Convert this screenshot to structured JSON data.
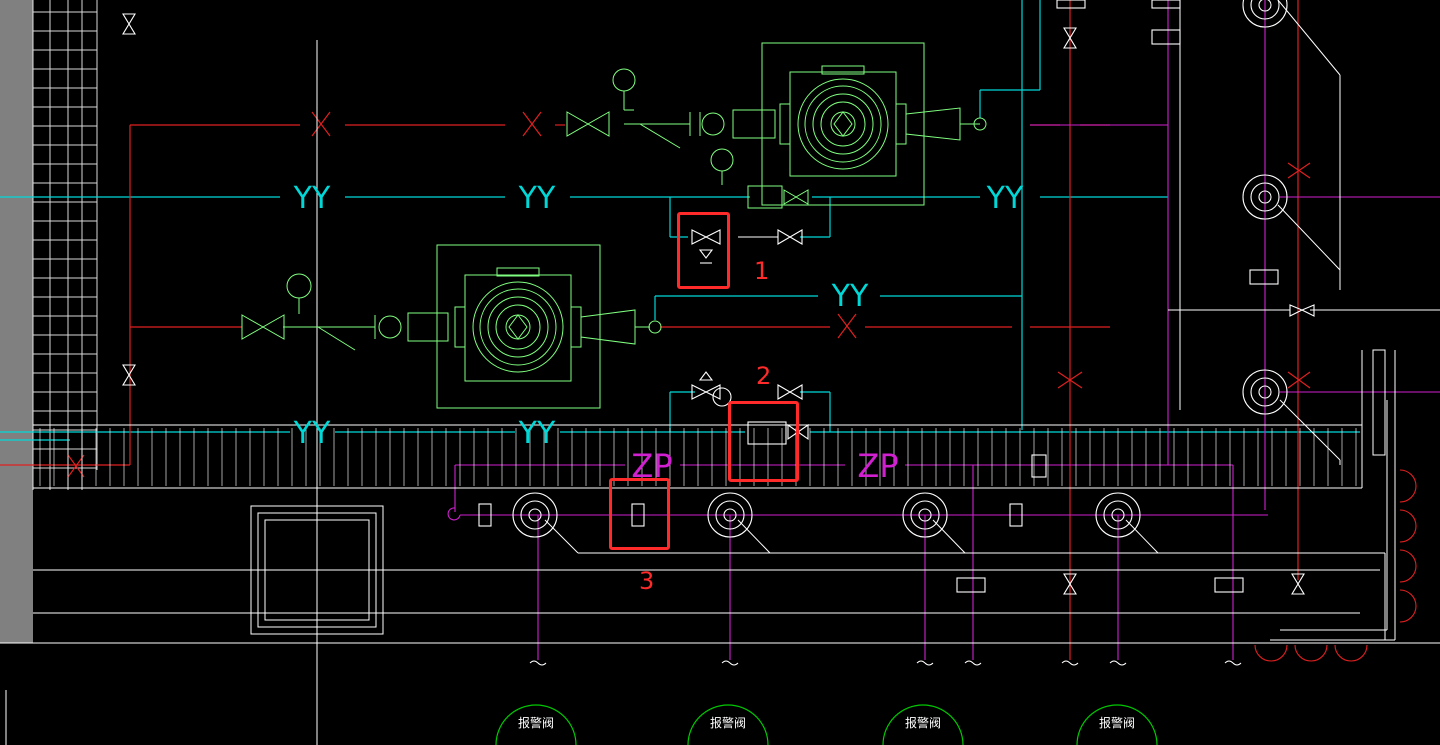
{
  "drawing": {
    "labels": {
      "yy": "YY",
      "zp": "ZP",
      "alarm_valve": "报警阀"
    },
    "annotations": [
      {
        "id": "1",
        "text": "1"
      },
      {
        "id": "2",
        "text": "2"
      },
      {
        "id": "3",
        "text": "3"
      }
    ],
    "colors": {
      "background": "#000000",
      "cyan_pipe": "#00d8d8",
      "red_pipe": "#e02020",
      "magenta_pipe": "#d020d0",
      "equipment_green": "#7fff7f",
      "white_line": "#ffffff",
      "annotation_red": "#ff2a2a",
      "alarm_green": "#00c800"
    }
  }
}
